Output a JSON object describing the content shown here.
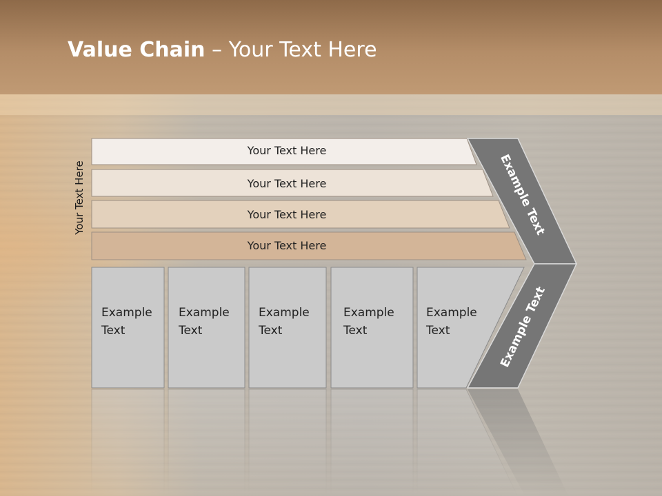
{
  "slide": {
    "title_bold": "Value Chain",
    "title_rest": " – Your Text Here",
    "vertical_label": "Your Text Here"
  },
  "rows": [
    {
      "label": "Your Text Here",
      "fill": "#f3eeea"
    },
    {
      "label": "Your Text Here",
      "fill": "#ede3d8"
    },
    {
      "label": "Your Text Here",
      "fill": "#e3d1bc"
    },
    {
      "label": "Your Text Here",
      "fill": "#d3b598"
    }
  ],
  "boxes": [
    {
      "line1": "Example",
      "line2": "Text"
    },
    {
      "line1": "Example",
      "line2": "Text"
    },
    {
      "line1": "Example",
      "line2": "Text"
    },
    {
      "line1": "Example",
      "line2": "Text"
    },
    {
      "line1": "Example",
      "line2": "Text"
    }
  ],
  "chevron": {
    "top_label": "Example Text",
    "bottom_label": "Example Text"
  },
  "colors": {
    "box_fill": "#cacaca",
    "chevron_fill": "#767676",
    "header": "#a8825d"
  }
}
